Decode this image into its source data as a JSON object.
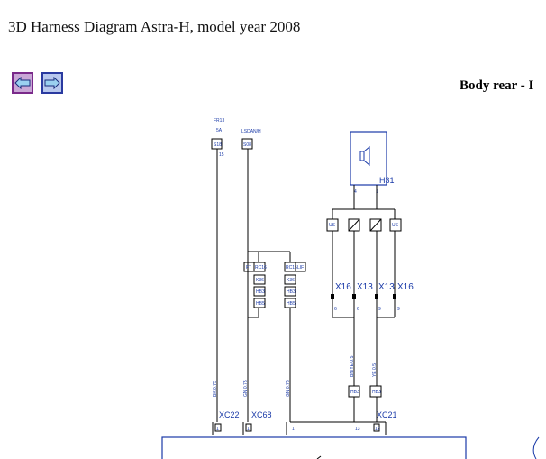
{
  "page": {
    "title": "3D Harness Diagram Astra-H, model year 2008",
    "section_title": "Body rear - I"
  },
  "nav": {
    "back_icon": "arrow-left-icon",
    "forward_icon": "arrow-right-icon"
  },
  "diagram": {
    "fuse_label_top": "FR13",
    "fuse_label_amp": "5A",
    "fuse_pin_left": "S18",
    "fuse_pin_num": "15",
    "source_label_2": "LSDAN/H",
    "source_pin_2": "S08",
    "component": "H31",
    "component_pin_4": "4",
    "component_pin_1": "1",
    "splice_labels": [
      "X16",
      "X13",
      "X13",
      "X16"
    ],
    "splice_pins": [
      "6",
      "6",
      "9",
      "9"
    ],
    "small_box_left": "US",
    "small_box_right": "US",
    "conn_rc16_a": "FT",
    "conn_rc16_b": "RC16",
    "conn_rc15_a": "RC15",
    "conn_rc15_b": "LIF",
    "conn_stack_1": [
      "K36",
      "HB3",
      "HB5"
    ],
    "conn_stack_2": [
      "K36",
      "HB3",
      "HB5"
    ],
    "wire_colors": [
      "BK 0.75",
      "GN 0.75",
      "GN 0.75",
      "BN/YE 0.5",
      "YE 0.5"
    ],
    "hb_box_1": "HB3",
    "hb_box_2": "HB3",
    "conn_xc22": "XC22",
    "conn_xc68": "XC68",
    "conn_xc21": "XC21",
    "pin_xc22": "1",
    "pin_xc68": "1",
    "pin_1": "1",
    "pin_13": "13",
    "pin_12": "12"
  }
}
